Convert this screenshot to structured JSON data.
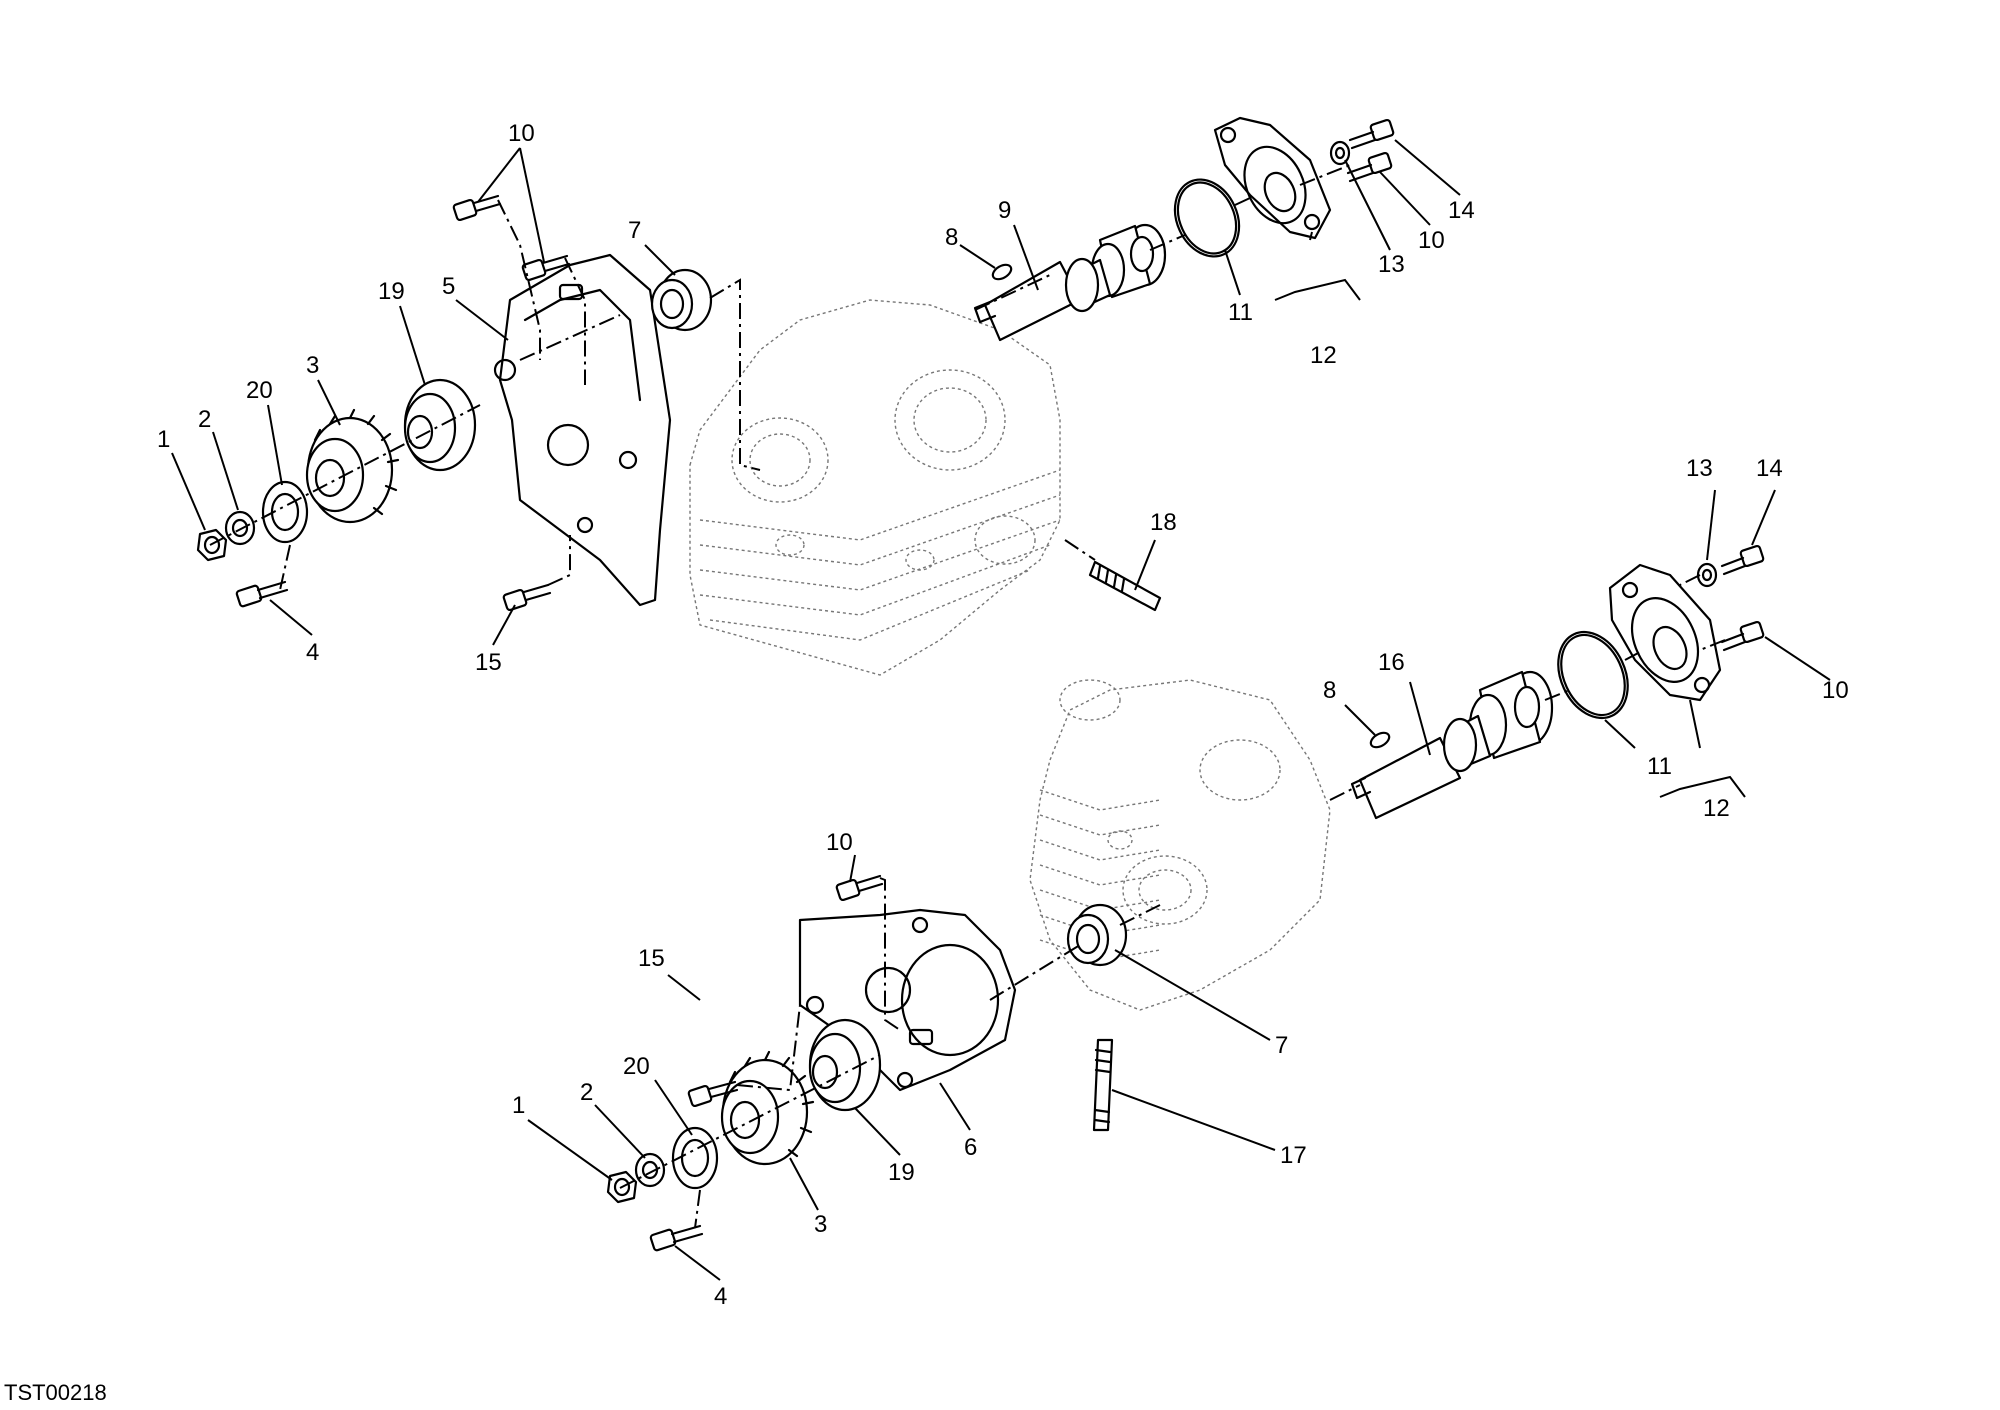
{
  "drawing_code": "TST00218",
  "callouts": {
    "upper": {
      "c1": "1",
      "c2": "2",
      "c20": "20",
      "c3": "3",
      "c19": "19",
      "c5": "5",
      "c10a": "10",
      "c7": "7",
      "c8": "8",
      "c9": "9",
      "c11": "11",
      "c12": "12",
      "c13": "13",
      "c10b": "10",
      "c14": "14",
      "c18": "18",
      "c4": "4",
      "c15": "15"
    },
    "lower": {
      "c1": "1",
      "c2": "2",
      "c20": "20",
      "c3": "3",
      "c19": "19",
      "c6": "6",
      "c10a": "10",
      "c15": "15",
      "c4": "4",
      "c7": "7",
      "c17": "17",
      "c8": "8",
      "c16": "16",
      "c11": "11",
      "c12": "12",
      "c13": "13",
      "c14": "14",
      "c10b": "10"
    }
  }
}
